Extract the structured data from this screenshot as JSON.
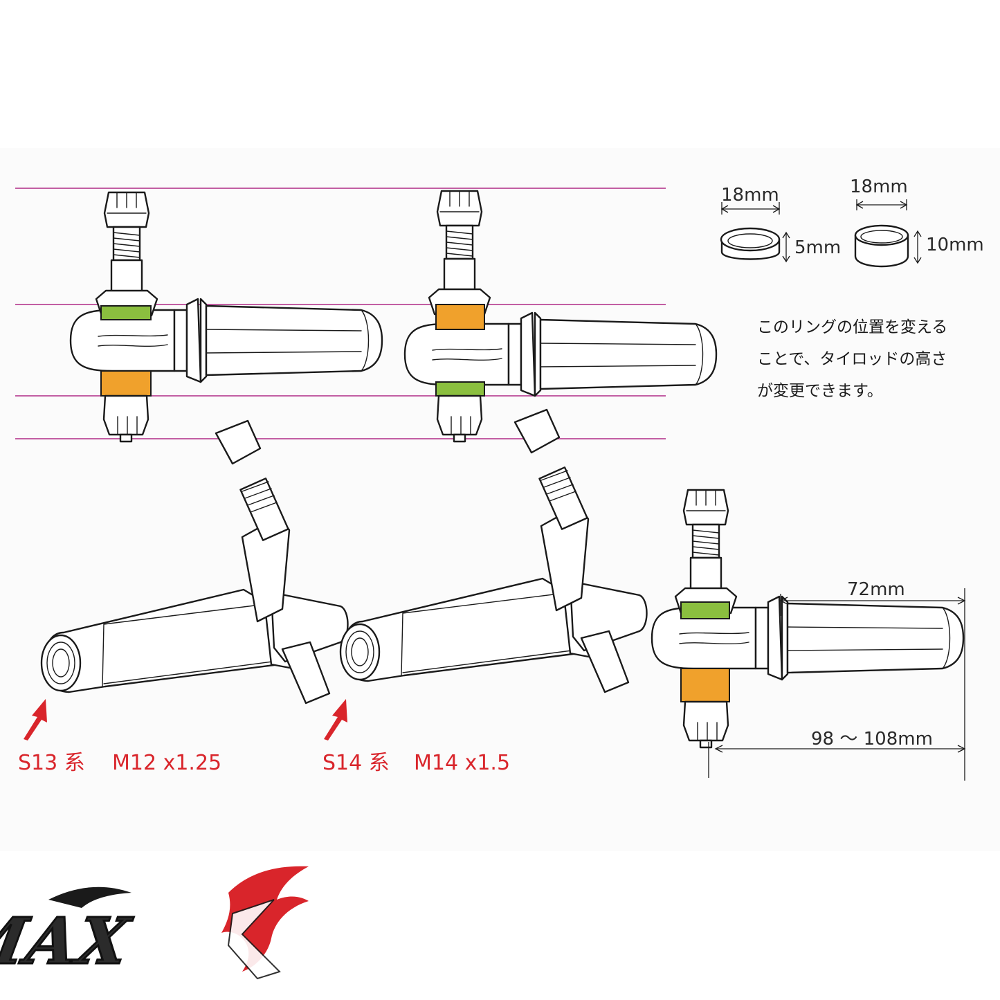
{
  "colors": {
    "guide_line": "#b02a86",
    "ring_green": "#8bbf3f",
    "ring_orange": "#f0a12c",
    "accent_red": "#d9252b"
  },
  "rings": {
    "small": {
      "width_label": "18mm",
      "height_label": "5mm"
    },
    "large": {
      "width_label": "18mm",
      "height_label": "10mm"
    }
  },
  "note_lines": [
    "このリングの位置を変える",
    "ことで、タイロッドの高さ",
    "が変更できます。"
  ],
  "dimensions": {
    "body_length": "72mm",
    "total_length": "98 ～ 108mm"
  },
  "callouts": {
    "s13": {
      "series": "S13 系",
      "thread": "M12 x1.25"
    },
    "s14": {
      "series": "S14 系",
      "thread": "M14 x1.5"
    }
  },
  "logo": {
    "text": "D-MAX"
  }
}
